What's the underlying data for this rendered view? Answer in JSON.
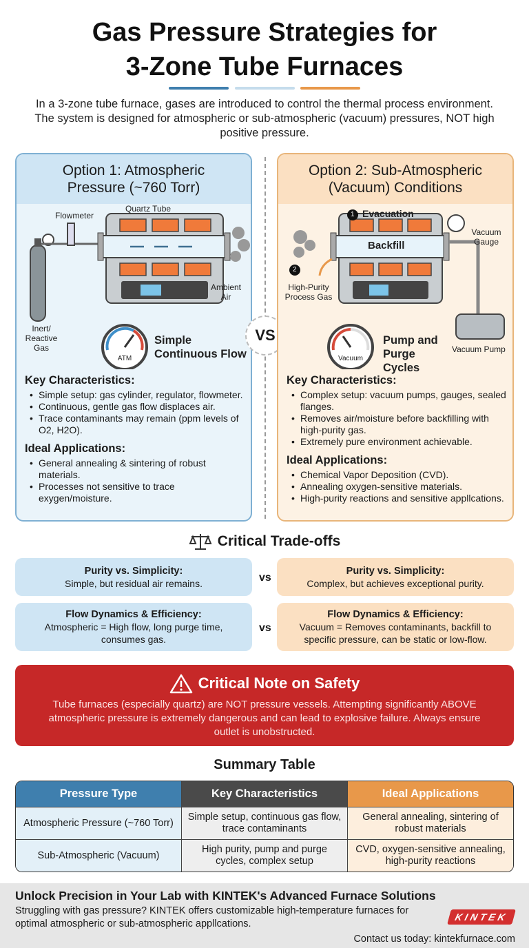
{
  "title": {
    "line1": "Gas Pressure Strategies for",
    "line2": "3-Zone Tube Furnaces"
  },
  "accent_colors": {
    "blue": "#3f7fae",
    "light_blue": "#c5dcec",
    "orange": "#e8984a",
    "danger": "#c62828"
  },
  "intro": "In a 3-zone tube furnace, gases are introduced to control the thermal process environment. The system is designed for atmospheric or sub-atmospheric (vacuum) pressures, NOT high positive pressure.",
  "vs_label": "VS",
  "option1": {
    "title": "Option 1: Atmospheric Pressure (~760 Torr)",
    "labels": {
      "flowmeter": "Flowmeter",
      "quartz_tube": "Quartz Tube",
      "ambient_air": "Ambient Air",
      "gas": "Inert/ Reactive Gas",
      "gauge": "ATM"
    },
    "gauge_caption": "Simple Continuous Flow",
    "key_title": "Key Characteristics:",
    "key_items": [
      "Simple setup: gas cylinder, regulator, flowmeter.",
      "Continuous, gentle gas flow displaces air.",
      "Trace contaminants may remain (ppm levels of O2, H2O)."
    ],
    "apps_title": "Ideal Applications:",
    "apps_items": [
      "General annealing & sintering of robust materials.",
      "Processes not sensitive to trace exygen/moisture."
    ]
  },
  "option2": {
    "title": "Option 2: Sub-Atmospheric (Vacuum) Conditions",
    "labels": {
      "step1_num": "1",
      "step1": "Evacuation",
      "step2_num": "2",
      "process_gas": "High-Purity Process Gas",
      "backfill": "Backfill",
      "vacuum_gauge": "Vacuum Gauge",
      "vacuum_pump": "Vacuum Pump",
      "gauge": "Vacuum"
    },
    "gauge_caption": "Pump and Purge Cycles",
    "key_title": "Key Characteristics:",
    "key_items": [
      "Complex setup: vacuum pumps, gauges, sealed flanges.",
      "Removes air/moisture before backfilling with high-purity gas.",
      "Extremely pure environment achievable."
    ],
    "apps_title": "Ideal Applications:",
    "apps_items": [
      "Chemical Vapor Deposition (CVD).",
      "Annealing oxygen-sensitive materials.",
      "High-purity reactions and sensitive appllcations."
    ]
  },
  "tradeoffs": {
    "title": "Critical Trade-offs",
    "vs": "vs",
    "rows": [
      {
        "left_title": "Purity vs. Simplicity:",
        "left_text": "Simple, but residual air remains.",
        "right_title": "Purity vs. Simplicity:",
        "right_text": "Complex, but achieves exceptional purity."
      },
      {
        "left_title": "Flow Dynamics & Efficiency:",
        "left_text": "Atmospheric = High flow, long purge time, consumes gas.",
        "right_title": "Flow Dynamics & Efficiency:",
        "right_text": "Vacuum = Removes contaminants, backfill to specific pressure, can be static or low-flow."
      }
    ]
  },
  "safety": {
    "title": "Critical Note on Safety",
    "text": "Tube furnaces (especially quartz) are NOT pressure vessels. Attempting significantly ABOVE atmospheric pressure is extremely dangerous and can lead to explosive failure. Always ensure outlet is unobstructed."
  },
  "summary_table": {
    "title": "Summary Table",
    "headers": [
      "Pressure Type",
      "Key Characteristics",
      "Ideal Applications"
    ],
    "header_colors": [
      "#3f7fae",
      "#4a4a4a",
      "#e8984a"
    ],
    "rows": [
      [
        "Atmospheric Pressure (~760 Torr)",
        "Simple setup, continuous gas flow, trace contaminants",
        "General annealing, sintering of robust materials"
      ],
      [
        "Sub-Atmospheric (Vacuum)",
        "High purity, pump and purge cycles, complex setup",
        "CVD, oxygen-sensitive annealing, high-purity reactions"
      ]
    ]
  },
  "footer": {
    "title": "Unlock Precision in Your Lab with KINTEK's Advanced Furnace Solutions",
    "text": "Struggling with gas pressure? KINTEK offers customizable high-temperature furnaces for optimal atmospheric or sub-atmospheric appllcations.",
    "logo": "KINTEK",
    "contact": "Contact us today: kintekfurnace.com"
  }
}
